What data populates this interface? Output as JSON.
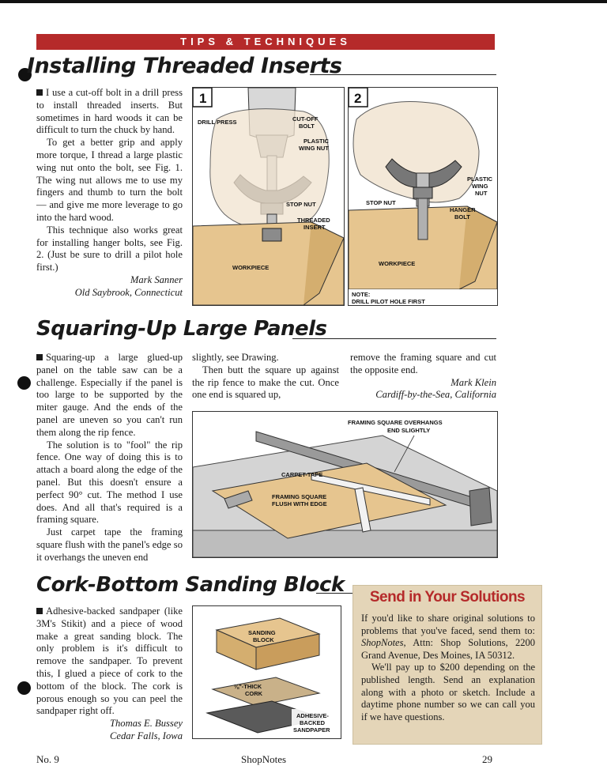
{
  "banner": "TIPS & TECHNIQUES",
  "article1": {
    "title": "Installing Threaded Inserts",
    "p1": "I use a cut-off bolt in a drill press to install threaded inserts. But sometimes in hard woods it can be difficult to turn the chuck by hand.",
    "p2": "To get a better grip and apply more torque, I thread a large plastic wing nut onto the bolt, see Fig. 1. The wing nut allows me to use my fingers and thumb to turn the bolt — and give me more leverage to go into the hard wood.",
    "p3": "This technique also works great for installing hanger bolts, see Fig. 2. (Just be sure to drill a pilot hole first.)",
    "author": "Mark Sanner",
    "location": "Old Saybrook, Connecticut"
  },
  "fig1": {
    "number": "1",
    "labels": {
      "drill_press": "DRILL PRESS",
      "cutoff_1": "CUT-OFF",
      "cutoff_2": "BOLT",
      "wing_1": "PLASTIC",
      "wing_2": "WING NUT",
      "stop_nut": "STOP NUT",
      "insert_1": "THREADED",
      "insert_2": "INSERT",
      "workpiece": "WORKPIECE"
    }
  },
  "fig2": {
    "number": "2",
    "labels": {
      "wing_1": "PLASTIC",
      "wing_2": "WING",
      "wing_3": "NUT",
      "stop_nut": "STOP NUT",
      "hanger_1": "HANGER",
      "hanger_2": "BOLT",
      "workpiece": "WORKPIECE"
    },
    "note_title": "NOTE:",
    "note_text": "DRILL PILOT HOLE FIRST"
  },
  "article2": {
    "title": "Squaring-Up Large Panels",
    "col1_p1": "Squaring-up a large glued-up panel on the table saw can be a challenge. Especially if the panel is too large to be supported by the miter gauge. And the ends of the panel are uneven so you can't run them along the rip fence.",
    "col1_p2": "The solution is to \"fool\" the rip fence. One way of doing this is to attach a board along the edge of the panel. But this doesn't ensure a perfect 90° cut. The method I use does. And all that's required is a framing square.",
    "col1_p3": "Just carpet tape the framing square flush with the panel's edge so it overhangs the uneven end",
    "col2_p1": "slightly, see Drawing.",
    "col2_p2": "Then butt the square up against the rip fence to make the cut. Once one end is squared up,",
    "col3_p1": "remove the framing square and cut the opposite end.",
    "author": "Mark Klein",
    "location": "Cardiff-by-the-Sea, California",
    "drawing": {
      "overhang_1": "FRAMING SQUARE OVERHANGS",
      "overhang_2": "END SLIGHTLY",
      "carpet_tape": "CARPET-TAPE",
      "flush_1": "FRAMING SQUARE",
      "flush_2": "FLUSH WITH EDGE"
    }
  },
  "article3": {
    "title": "Cork-Bottom Sanding Block",
    "p1": "Adhesive-backed sandpaper (like 3M's Stikit) and a piece of wood make a great sanding block. The only problem is it's difficult to remove the sandpaper. To prevent this, I glued a piece of cork to the bottom of the block. The cork is porous enough so you can peel the sandpaper right off.",
    "author": "Thomas E. Bussey",
    "location": "Cedar Falls, Iowa",
    "drawing": {
      "block_1": "SANDING",
      "block_2": "BLOCK",
      "cork_1": "⅛\"-THICK",
      "cork_2": "CORK",
      "paper_1": "ADHESIVE-",
      "paper_2": "BACKED",
      "paper_3": "SANDPAPER"
    }
  },
  "sidebar": {
    "title": "Send in Your Solutions",
    "p1_a": "If you'd like to share original solutions to problems that you've faced, send them to: ",
    "p1_pub": "ShopNotes",
    "p1_b": ", Attn: Shop Solutions, 2200 Grand Avenue, Des Moines, IA 50312.",
    "p2": "We'll pay up to $200 depending on the published length. Send an explanation along with a photo or sketch. Include a daytime phone number so we can call you if we have questions."
  },
  "footer": {
    "issue": "No. 9",
    "magazine": "ShopNotes",
    "page": "29"
  },
  "colors": {
    "banner": "#b52a2a",
    "sidebar_bg": "#e4d5b8",
    "wood": "#e6c58f",
    "hand": "#f1e3cf"
  }
}
